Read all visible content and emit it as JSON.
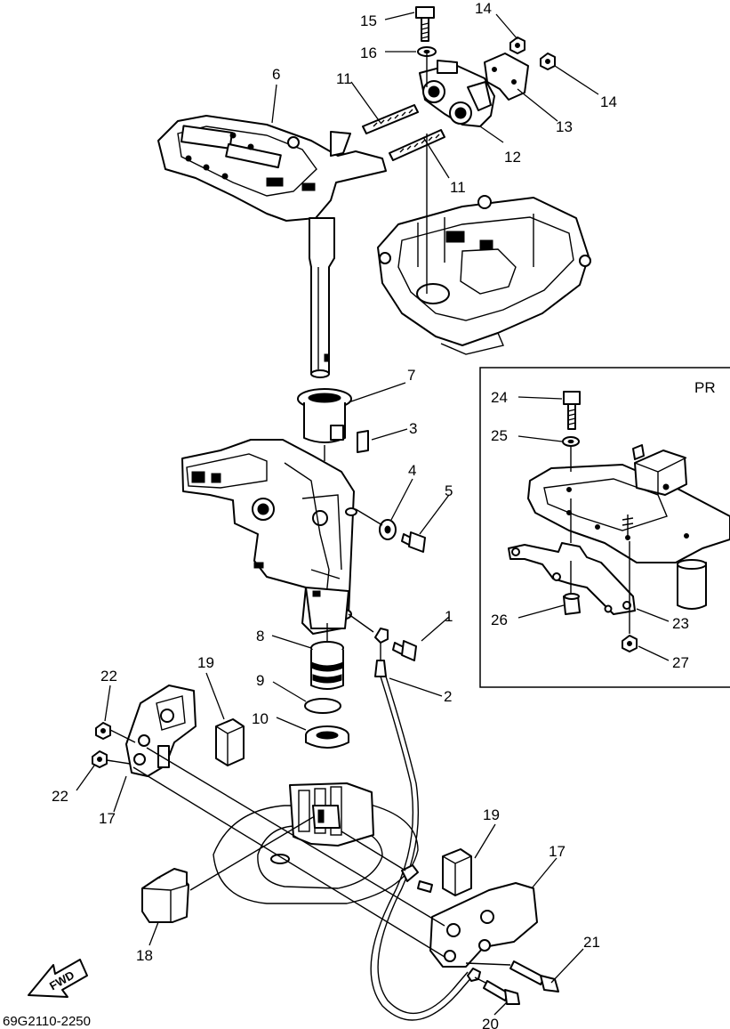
{
  "callouts": {
    "c1": "1",
    "c2": "2",
    "c3": "3",
    "c4": "4",
    "c5": "5",
    "c6": "6",
    "c7": "7",
    "c8": "8",
    "c9": "9",
    "c10": "10",
    "c11a": "11",
    "c11b": "11",
    "c12": "12",
    "c13": "13",
    "c14a": "14",
    "c14b": "14",
    "c15": "15",
    "c16": "16",
    "c17a": "17",
    "c17b": "17",
    "c18": "18",
    "c19a": "19",
    "c19b": "19",
    "c20": "20",
    "c21": "21",
    "c22a": "22",
    "c22b": "22",
    "c23": "23",
    "c24": "24",
    "c25": "25",
    "c26": "26",
    "c27": "27"
  },
  "inset": {
    "label": "PR"
  },
  "forward_arrow": {
    "label": "FWD"
  },
  "diagram_code": "69G2110-2250"
}
